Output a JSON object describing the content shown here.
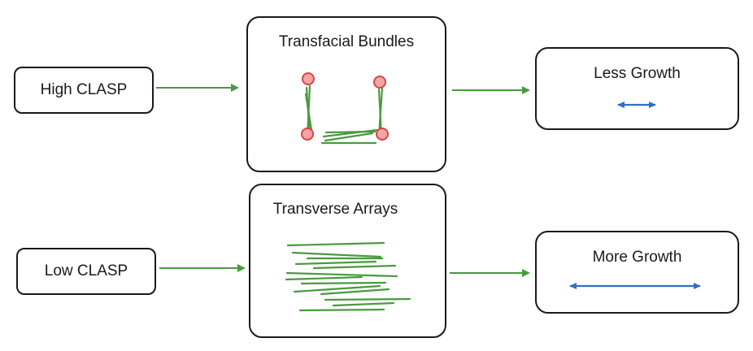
{
  "diagram": {
    "top_row": {
      "input": "High CLASP",
      "structure": "Transfacial Bundles",
      "outcome": "Less Growth"
    },
    "bottom_row": {
      "input": "Low CLASP",
      "structure": "Transverse Arrays",
      "outcome": "More Growth"
    },
    "colors": {
      "arrow": "#4a9a3f",
      "microtubule": "#4a9a3f",
      "node_fill": "#f4a6a6",
      "node_stroke": "#d64545",
      "growth_arrow": "#2f6fc0",
      "box_border": "#1a1a1a"
    }
  }
}
